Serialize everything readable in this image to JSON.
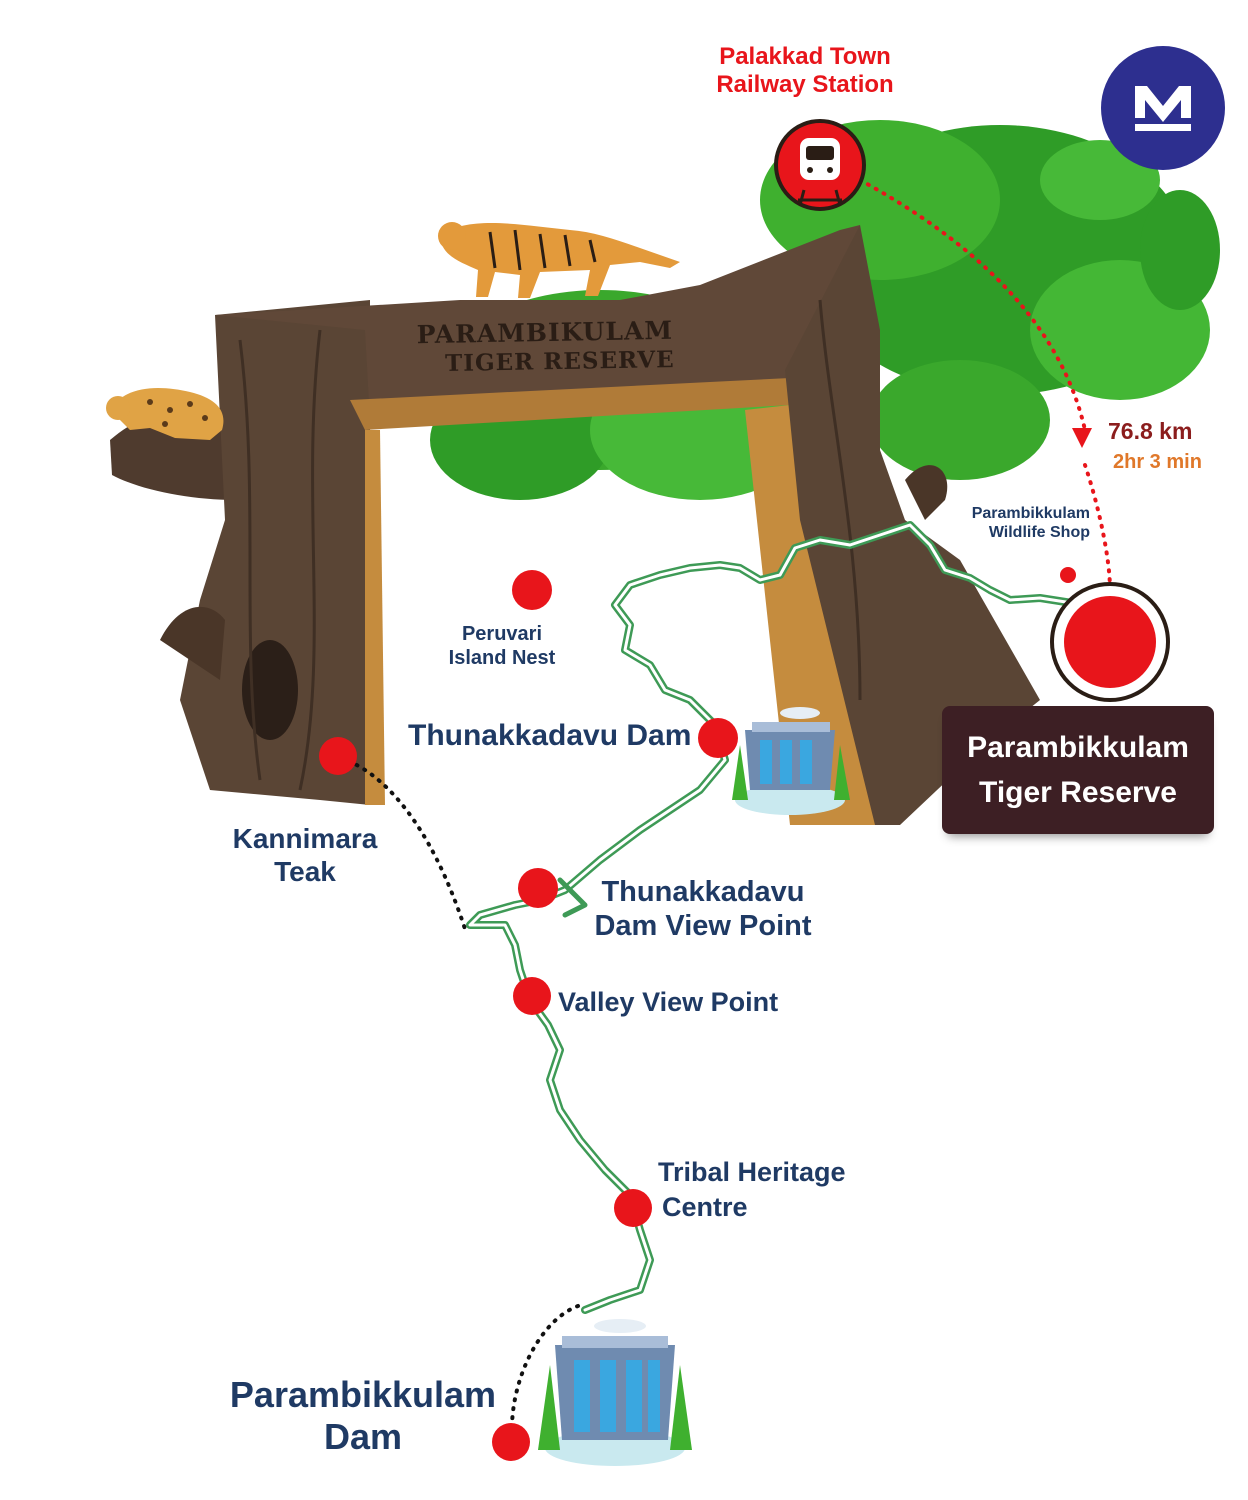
{
  "gate_sign": {
    "line1": "PARAMBIKULAM",
    "line2": "TIGER RESERVE"
  },
  "railway_station": {
    "line1": "Palakkad Town",
    "line2": "Railway Station"
  },
  "distance": {
    "km": "76.8 km",
    "time": "2hr 3 min"
  },
  "destination": {
    "line1": "Parambikkulam",
    "line2": "Tiger Reserve"
  },
  "places": {
    "wildlife_shop": {
      "line1": "Parambikkulam",
      "line2": "Wildlife Shop"
    },
    "peruvari": {
      "line1": "Peruvari",
      "line2": "Island Nest"
    },
    "thunakkadavu_dam": {
      "line1": "Thunakkadavu Dam"
    },
    "kannimara": {
      "line1": "Kannimara",
      "line2": "Teak"
    },
    "thunakkadavu_view": {
      "line1": "Thunakkadavu",
      "line2": "Dam View Point"
    },
    "valley_view": {
      "line1": "Valley View Point"
    },
    "tribal_heritage": {
      "line1": "Tribal Heritage",
      "line2": "Centre"
    },
    "parambikkulam_dam": {
      "line1": "Parambikkulam",
      "line2": "Dam"
    }
  },
  "colors": {
    "marker_red": "#e8151b",
    "label_navy": "#1f3a64",
    "road_green": "#3e9a56",
    "trunk_brown": "#5a4535",
    "foliage_green": "#33a52a",
    "box_maroon": "#3d1f24",
    "logo_blue": "#2d2f8f"
  },
  "icons": [
    "train-icon",
    "tiger-figure",
    "leopard-figure",
    "dam-icon",
    "brand-logo"
  ]
}
